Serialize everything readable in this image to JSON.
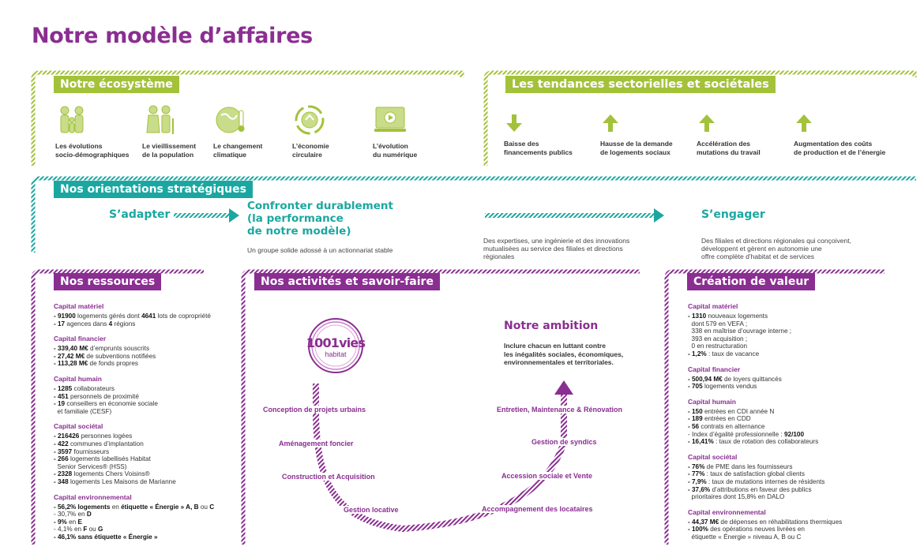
{
  "page_title": "Notre modèle d’affaires",
  "ecosystem": {
    "title": "Notre écosystème",
    "items": [
      {
        "icon": "family-icon",
        "line1": "Les évolutions",
        "line2": "socio-démographiques"
      },
      {
        "icon": "elderly-couple-icon",
        "line1": "Le vieillissement",
        "line2": "de la population"
      },
      {
        "icon": "globe-thermometer-icon",
        "line1": "Le changement",
        "line2": "climatique"
      },
      {
        "icon": "recycle-icon",
        "line1": "L’économie",
        "line2": "circulaire"
      },
      {
        "icon": "laptop-video-icon",
        "line1": "L’évolution",
        "line2": "du numérique"
      }
    ]
  },
  "trends": {
    "title": "Les tendances sectorielles et sociétales",
    "items": [
      {
        "icon": "arrow-down-icon",
        "line1": "Baisse des",
        "line2": "financements publics"
      },
      {
        "icon": "arrow-up-icon",
        "line1": "Hausse de la demande",
        "line2": "de logements sociaux"
      },
      {
        "icon": "arrow-up-icon",
        "line1": "Accélération des",
        "line2": "mutations du travail"
      },
      {
        "icon": "arrow-up-icon",
        "line1": "Augmentation des coûts",
        "line2": "de production et de l’énergie"
      }
    ]
  },
  "orientations": {
    "title": "Nos orientations stratégiques",
    "adapter": "S’adapter",
    "confronter_l1": "Confronter durablement",
    "confronter_l2": "(la performance",
    "confronter_l3": "de notre modèle)",
    "confronter_sub": "Un groupe solide adossé à un actionnariat stable",
    "middle_l1": "Des expertises, une ingénierie et des innovations",
    "middle_l2": "mutualisées au service des filiales et directions",
    "middle_l3": "régionales",
    "engager": "S’engager",
    "engager_l1": "Des filiales et directions régionales qui conçoivent,",
    "engager_l2": "développent et gèrent en autonomie une",
    "engager_l3": "offre complète d’habitat et de services"
  },
  "resources": {
    "title": "Nos ressources",
    "sections": [
      {
        "title": "Capital matériel",
        "lines": [
          {
            "b": "- 91900",
            "t": " logements gérés dont ",
            "b2": "4641",
            "t2": " lots de copropriété"
          },
          {
            "b": "- 17",
            "t": " agences dans ",
            "b2": "4",
            "t2": " régions"
          }
        ]
      },
      {
        "title": "Capital financier",
        "lines": [
          {
            "b": "- 339,40 M€",
            "t": " d’emprunts souscrits"
          },
          {
            "b": "- 27,42 M€",
            "t": " de subventions notifiées"
          },
          {
            "b": "- 113,28 M€",
            "t": " de fonds propres"
          }
        ]
      },
      {
        "title": "Capital humain",
        "lines": [
          {
            "b": "- 1285",
            "t": " collaborateurs"
          },
          {
            "b": "- 451",
            "t": " personnels de proximité"
          },
          {
            "b": "- 19",
            "t": " conseillers en économie sociale"
          },
          {
            "t": "  et familiale (CESF)"
          }
        ]
      },
      {
        "title": "Capital sociétal",
        "lines": [
          {
            "b": "- 216426",
            "t": " personnes logées"
          },
          {
            "b": "- 422",
            "t": " communes d’implantation"
          },
          {
            "b": "- 3597",
            "t": " fournisseurs"
          },
          {
            "b": "- 266",
            "t": " logements labellisés Habitat"
          },
          {
            "t": "  Senior Services® (HSS)"
          },
          {
            "b": "- 2328",
            "t": " logements Chers Voisins®"
          },
          {
            "b": "- 348",
            "t": " logements Les Maisons de Marianne"
          }
        ]
      },
      {
        "title": "Capital environnemental",
        "lines": [
          {
            "b": "- 56,2% logements",
            "t": " en ",
            "b2": "étiquette « Énergie » A, B",
            "t2": " ou ",
            "b3": "C"
          },
          {
            "t": "- 30,7% en ",
            "b2": "D"
          },
          {
            "b": "- 9%",
            "t": " en ",
            "b2": "E"
          },
          {
            "t": "- 4,1% en ",
            "b2": "F",
            "t2": " ou ",
            "b3": "G"
          },
          {
            "b": "- 46,1% sans étiquette « Énergie »"
          }
        ]
      }
    ]
  },
  "activities": {
    "title": "Nos activités et savoir-faire",
    "logo_main": "1001vies",
    "logo_sub": "habitat",
    "ambition_title": "Notre ambition",
    "ambition_l1": "Inclure chacun en luttant contre",
    "ambition_l2": "les inégalités sociales, économiques,",
    "ambition_l3": "environnementales et territoriales.",
    "steps": [
      "Conception de projets urbains",
      "Aménagement foncier",
      "Construction et Acquisition",
      "Gestion locative",
      "Accompagnement des locataires",
      "Accession sociale et Vente",
      "Gestion de syndics",
      "Entretien, Maintenance & Rénovation"
    ]
  },
  "value": {
    "title": "Création de valeur",
    "sections": [
      {
        "title": "Capital matériel",
        "lines": [
          {
            "b": "- 1310",
            "t": " nouveaux logements"
          },
          {
            "t": "  dont 579 en VEFA ;"
          },
          {
            "t": "  338 en maîtrise d’ouvrage interne ;"
          },
          {
            "t": "  393 en acquisition ;"
          },
          {
            "t": "  0 en restructuration"
          },
          {
            "b": "- 1,2%",
            "t": " : taux de vacance"
          }
        ]
      },
      {
        "title": "Capital financier",
        "lines": [
          {
            "b": "- 500,94 M€",
            "t": " de loyers quittancés"
          },
          {
            "b": "- 705",
            "t": " logements vendus"
          }
        ]
      },
      {
        "title": "Capital humain",
        "lines": [
          {
            "b": "- 150",
            "t": " entrées en CDI année N"
          },
          {
            "b": "- 189",
            "t": " entrées en CDD"
          },
          {
            "b": "- 56",
            "t": " contrats en alternance"
          },
          {
            "t": "- Index d’égalité professionnelle : ",
            "b2": "92/100"
          },
          {
            "b": "- 16,41%",
            "t": " : taux de rotation des collaborateurs"
          }
        ]
      },
      {
        "title": "Capital sociétal",
        "lines": [
          {
            "b": "- 76%",
            "t": " de PME dans les fournisseurs"
          },
          {
            "b": "- 77%",
            "t": " : taux de satisfaction global clients"
          },
          {
            "b": "- 7,9%",
            "t": " : taux de mutations internes de résidents"
          },
          {
            "b": "- 37,6%",
            "t": " d’attributions en faveur des publics"
          },
          {
            "t": "  prioritaires dont 15,8% en DALO"
          }
        ]
      },
      {
        "title": "Capital environnemental",
        "lines": [
          {
            "b": "- 44,37 M€",
            "t": " de dépenses en réhabilitations thermiques"
          },
          {
            "b": "- 100%",
            "t": " des opérations neuves livrées en"
          },
          {
            "t": "  étiquette « Énergie » niveau A, B ou C"
          }
        ]
      }
    ]
  },
  "colors": {
    "purple": "#8a2e91",
    "green": "#a3c23a",
    "teal": "#1ba7a1"
  }
}
